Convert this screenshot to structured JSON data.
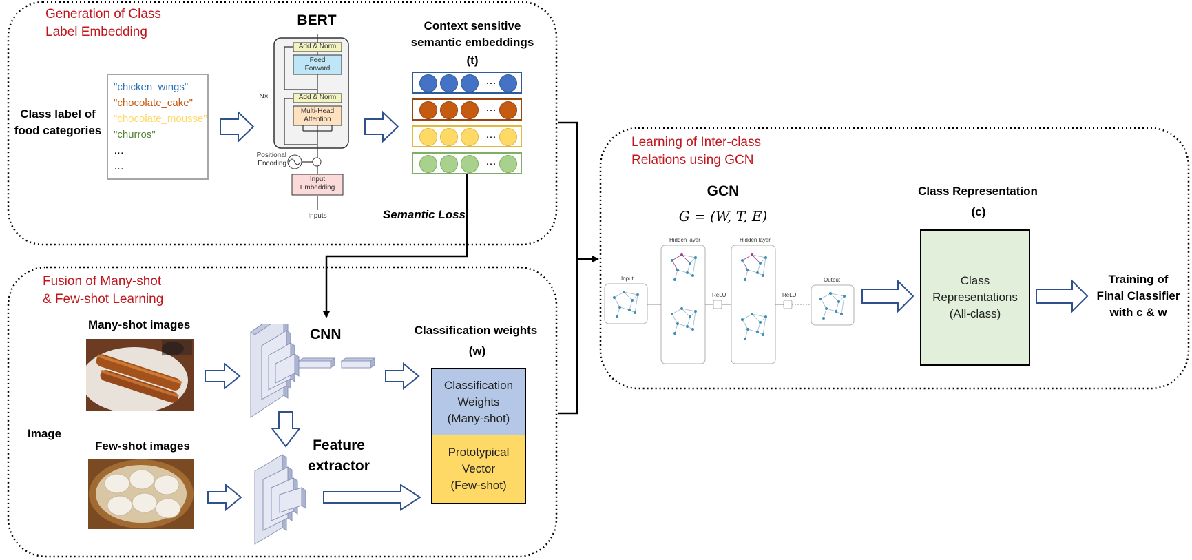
{
  "sections": {
    "generation": "Generation of Class\nLabel Embedding",
    "fusion": "Fusion of Many-shot\n& Few-shot Learning",
    "gcn_section": "Learning of Inter-class\nRelations using GCN"
  },
  "class_label_title": "Class label of\nfood categories",
  "class_labels": [
    {
      "text": "\"chicken_wings\"",
      "color": "#2e75b6"
    },
    {
      "text": "\"chocolate_cake\"",
      "color": "#c55a11"
    },
    {
      "text": "\"chocolate_mousse\"",
      "color": "#ffd966"
    },
    {
      "text": "\"churros\"",
      "color": "#548235"
    },
    {
      "text": "…",
      "color": "#000000"
    },
    {
      "text": "…",
      "color": "#000000"
    }
  ],
  "bert": {
    "title": "BERT",
    "add_norm_top": "Add & Norm",
    "feed_forward": "Feed\nForward",
    "add_norm_bottom": "Add & Norm",
    "multi_head": "Multi-Head\nAttention",
    "nx": "N×",
    "positional": "Positional\nEncoding",
    "input_embedding": "Input\nEmbedding",
    "inputs": "Inputs"
  },
  "embeddings": {
    "title": "Context sensitive\nsemantic embeddings",
    "symbol": "(t)",
    "dots": "…",
    "rows": [
      {
        "color": "#4472c4",
        "border": "#2e5c9a"
      },
      {
        "color": "#c55a11",
        "border": "#9a4410"
      },
      {
        "color": "#ffd966",
        "border": "#e0b840"
      },
      {
        "color": "#a9d18e",
        "border": "#7fae66"
      }
    ]
  },
  "semantic_loss": "Semantic Loss",
  "many_shot_label": "Many-shot images",
  "few_shot_label": "Few-shot images",
  "image_label": "Image",
  "cnn_label": "CNN",
  "feature_extractor_label": "Feature\nextractor",
  "classification_weights": {
    "title": "Classification weights",
    "symbol": "(w)",
    "top_box": "Classification\nWeights\n(Many-shot)",
    "bottom_box": "Prototypical\nVector\n(Few-shot)",
    "top_color": "#b4c7e7",
    "bottom_color": "#ffd966"
  },
  "gcn": {
    "title": "GCN",
    "equation": "G = (W, T, E)",
    "input_label": "Input",
    "hidden_label_1": "Hidden layer",
    "hidden_label_2": "Hidden layer",
    "relu_1": "ReLU",
    "relu_2": "ReLU",
    "output_label": "Output",
    "dots": "……"
  },
  "class_representation": {
    "title": "Class Representation",
    "symbol": "(c)",
    "box": "Class\nRepresentations\n(All-class)",
    "box_color": "#e2efda"
  },
  "final": "Training of\nFinal Classifier\nwith c & w"
}
